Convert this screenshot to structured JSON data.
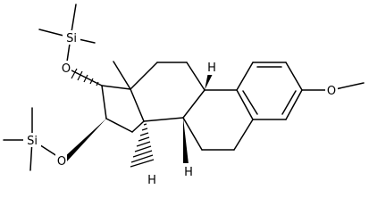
{
  "atoms": {
    "si_upper": "Si",
    "si_lower": "Si",
    "o_upper": "O",
    "o_lower": "O",
    "o_methoxy": "O",
    "h_9": "H",
    "h_14": "H",
    "h_8": "H"
  }
}
